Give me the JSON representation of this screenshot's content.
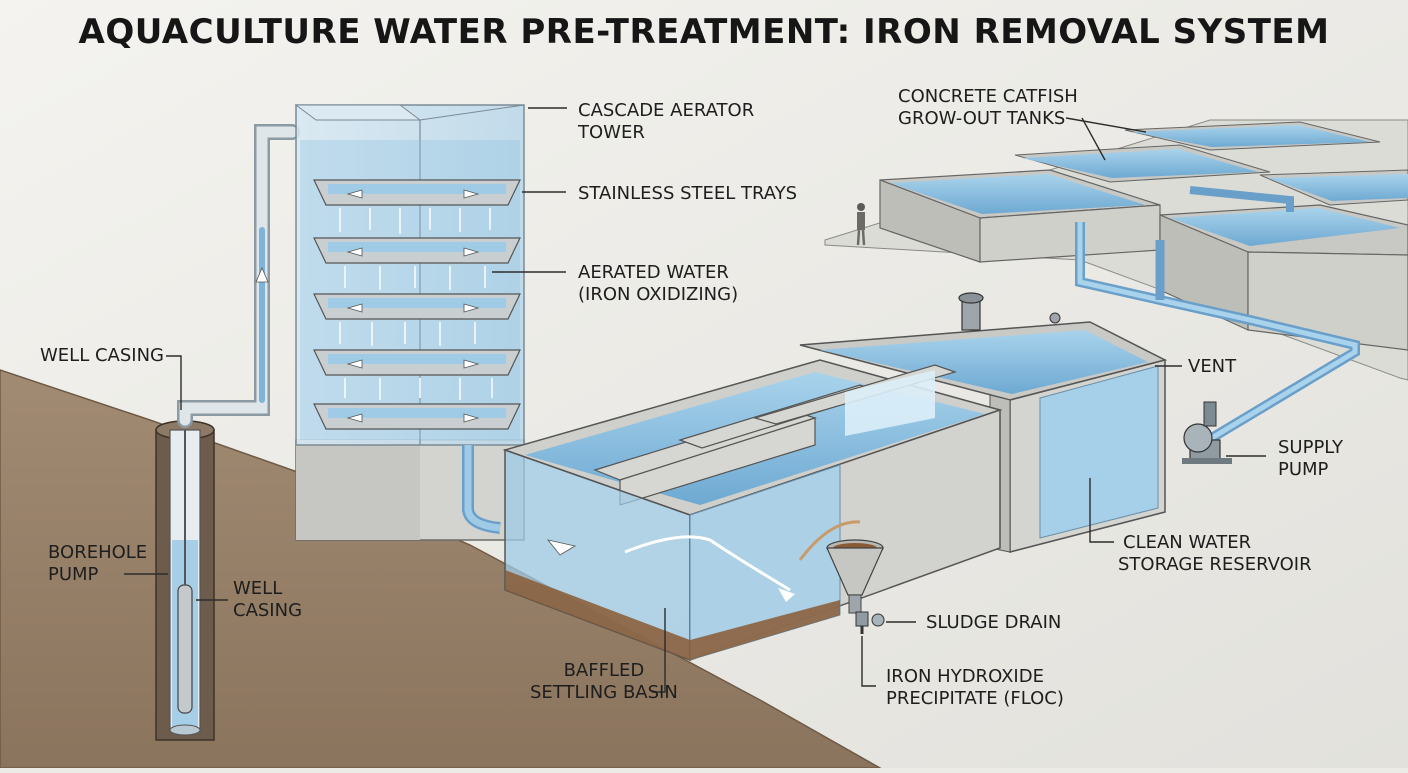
{
  "title": "AQUACULTURE WATER PRE-TREATMENT: IRON REMOVAL SYSTEM",
  "colors": {
    "water": "#9fcbe6",
    "water_dark": "#5f9fcc",
    "concrete": "#d6d6d2",
    "ground": "#a58f78",
    "sludge": "#8a5a35",
    "line": "#3a3a3a"
  },
  "labels": {
    "cascade_aerator_tower": [
      "CASCADE AERATOR",
      "TOWER"
    ],
    "stainless_steel_trays": [
      "STAINLESS STEEL TRAYS"
    ],
    "aerated_water": [
      "AERATED WATER",
      "(IRON OXIDIZING)"
    ],
    "well_casing_top": [
      "WELL CASING"
    ],
    "borehole_pump": [
      "BOREHOLE",
      "PUMP"
    ],
    "well_casing_bottom": [
      "WELL",
      "CASING"
    ],
    "concrete_catfish_tanks": [
      "CONCRETE CATFISH",
      "GROW-OUT TANKS"
    ],
    "vent": [
      "VENT"
    ],
    "supply_pump": [
      "SUPPLY",
      "PUMP"
    ],
    "clean_water_reservoir": [
      "CLEAN WATER",
      "STORAGE RESERVOIR"
    ],
    "sludge_drain": [
      "SLUDGE DRAIN"
    ],
    "iron_hydroxide": [
      "IRON HYDROXIDE",
      "PRECIPITATE (FLOC)"
    ],
    "baffled_settling_basin": [
      "BAFFLED",
      "SETTLING BASIN"
    ]
  }
}
